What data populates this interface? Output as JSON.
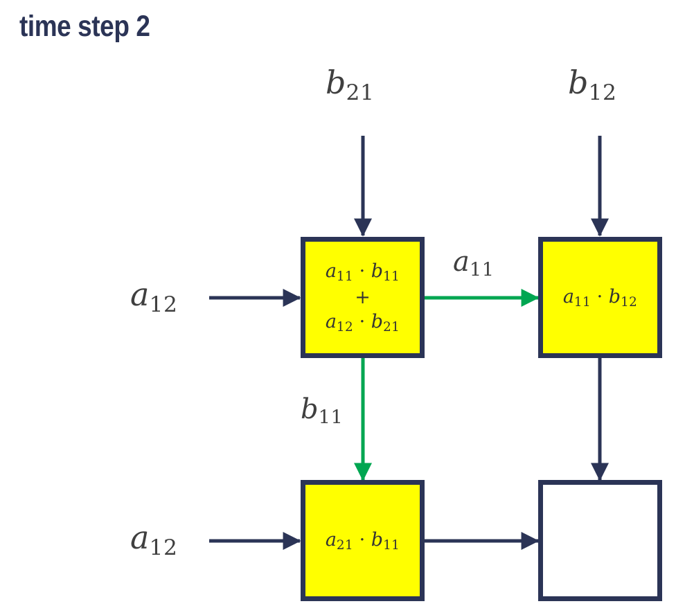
{
  "title": "time step 2",
  "colors": {
    "navy": "#2b3456",
    "green": "#00a651",
    "cell_fill": "#ffff00",
    "cell_empty": "#ffffff",
    "label_text": "#3f3f3f",
    "background": "#ffffff"
  },
  "diagram": {
    "type": "systolic-array",
    "rows": 2,
    "cols": 2,
    "cells": [
      {
        "id": "pe-0-0",
        "row": 0,
        "col": 0,
        "state": "filled",
        "lines": [
          "a11 · b11",
          "+",
          "a12 · b21"
        ],
        "line1_base": "a",
        "line1_sub": "11",
        "line1_mid": " · ",
        "line1_base2": "b",
        "line1_sub2": "11",
        "line2": "+",
        "line3_base": "a",
        "line3_sub": "12",
        "line3_mid": " · ",
        "line3_base2": "b",
        "line3_sub2": "21"
      },
      {
        "id": "pe-0-1",
        "row": 0,
        "col": 1,
        "state": "filled",
        "lines": [
          "a11 · b12"
        ],
        "line1_base": "a",
        "line1_sub": "11",
        "line1_mid": " · ",
        "line1_base2": "b",
        "line1_sub2": "12"
      },
      {
        "id": "pe-1-0",
        "row": 1,
        "col": 0,
        "state": "filled",
        "lines": [
          "a21 · b11"
        ],
        "line1_base": "a",
        "line1_sub": "21",
        "line1_mid": " · ",
        "line1_base2": "b",
        "line1_sub2": "11"
      },
      {
        "id": "pe-1-1",
        "row": 1,
        "col": 1,
        "state": "empty",
        "lines": []
      }
    ],
    "inputs": {
      "top_left": {
        "base": "b",
        "sub": "21",
        "arrow_color": "#2b3456"
      },
      "top_right": {
        "base": "b",
        "sub": "12",
        "arrow_color": "#2b3456"
      },
      "left_top": {
        "base": "a",
        "sub": "12",
        "arrow_color": "#2b3456"
      },
      "left_bottom": {
        "base": "a",
        "sub": "12",
        "arrow_color": "#2b3456"
      }
    },
    "internal_edges": [
      {
        "id": "edge-right-top",
        "from": "pe-0-0",
        "to": "pe-0-1",
        "direction": "right",
        "color": "#00a651",
        "base": "a",
        "sub": "11"
      },
      {
        "id": "edge-down-left",
        "from": "pe-0-0",
        "to": "pe-1-0",
        "direction": "down",
        "color": "#00a651",
        "base": "b",
        "sub": "11"
      },
      {
        "id": "edge-down-right",
        "from": "pe-0-1",
        "to": "pe-1-1",
        "direction": "down",
        "color": "#2b3456",
        "base": "",
        "sub": ""
      },
      {
        "id": "edge-right-bottom",
        "from": "pe-1-0",
        "to": "pe-1-1",
        "direction": "right",
        "color": "#2b3456",
        "base": "",
        "sub": ""
      }
    ]
  }
}
